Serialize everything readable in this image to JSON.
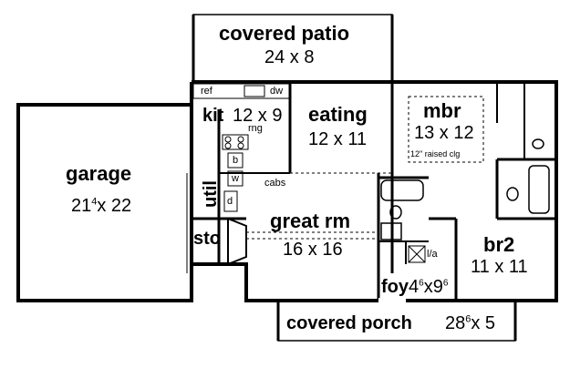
{
  "rooms": {
    "covered_patio": {
      "name": "covered patio",
      "dim": "24 x 8"
    },
    "kit": {
      "name": "kit",
      "dim": "12 x 9"
    },
    "eating": {
      "name": "eating",
      "dim": "12 x 11"
    },
    "mbr": {
      "name": "mbr",
      "dim": "13 x 12",
      "note": "12\" raised clg"
    },
    "garage": {
      "name": "garage",
      "dim_main": "21",
      "dim_sup": "4",
      "dim_rest": "x 22"
    },
    "util": {
      "name": "util"
    },
    "great_rm": {
      "name": "great rm",
      "dim": "16 x 16"
    },
    "sto": {
      "name": "sto"
    },
    "br2": {
      "name": "br2",
      "dim": "11 x 11"
    },
    "foy": {
      "name": "foy",
      "dim_a": "4",
      "dim_a_sup": "6",
      "dim_x": "x9",
      "dim_b_sup": "6"
    },
    "covered_porch": {
      "name": "covered porch",
      "dim_main": "28",
      "dim_sup": "6",
      "dim_rest": "x 5"
    }
  },
  "fixtures": {
    "ref": "ref",
    "dw": "dw",
    "rng": "rng",
    "cabs": "cabs",
    "b": "b",
    "w": "w",
    "d": "d",
    "la": "l/a"
  }
}
